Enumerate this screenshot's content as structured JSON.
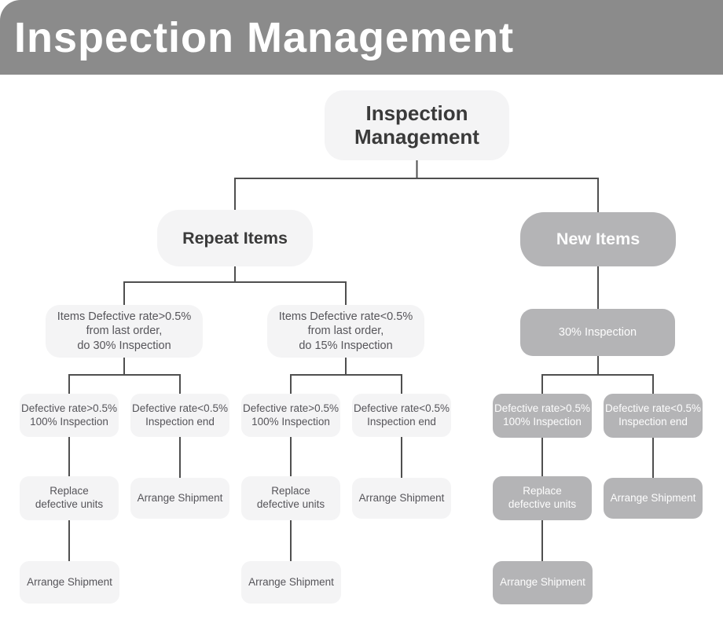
{
  "header": {
    "title": "Inspection Management"
  },
  "colors": {
    "header_bg": "#8b8b8b",
    "header_text": "#ffffff",
    "node_light_bg": "#f4f4f5",
    "node_gray_bg": "#b4b4b6",
    "text_dark": "#3a3a3a",
    "text_body": "#56555a",
    "text_on_gray": "#fdfdfd",
    "connector": "#4f4f4f",
    "page_bg": "#ffffff"
  },
  "nodes": {
    "root": {
      "label": "Inspection Management"
    },
    "repeat_items": {
      "label": "Repeat Items"
    },
    "new_items": {
      "label": "New Items"
    },
    "repeat_high": {
      "label": "Items Defective rate>0.5%\nfrom last order,\ndo 30% Inspection"
    },
    "repeat_low": {
      "label": "Items Defective rate<0.5%\nfrom last order,\ndo 15% Inspection"
    },
    "new_inspection": {
      "label": "30% Inspection"
    },
    "r_high_high": {
      "label": "Defective rate>0.5%\n100% Inspection"
    },
    "r_high_low": {
      "label": "Defective rate<0.5%\nInspection end"
    },
    "r_low_high": {
      "label": "Defective rate>0.5%\n100% Inspection"
    },
    "r_low_low": {
      "label": "Defective rate<0.5%\nInspection end"
    },
    "n_high": {
      "label": "Defective rate>0.5%\n100% Inspection"
    },
    "n_low": {
      "label": "Defective rate<0.5%\nInspection end"
    },
    "r1_replace": {
      "label": "Replace\ndefective units"
    },
    "r1_arrange": {
      "label": "Arrange Shipment"
    },
    "r2_replace": {
      "label": "Replace\ndefective units"
    },
    "r2_arrange": {
      "label": "Arrange Shipment"
    },
    "n_replace": {
      "label": "Replace\ndefective units"
    },
    "n_arrange": {
      "label": "Arrange Shipment"
    },
    "r1_ship": {
      "label": "Arrange Shipment"
    },
    "r2_ship": {
      "label": "Arrange Shipment"
    },
    "n_ship": {
      "label": "Arrange Shipment"
    }
  },
  "structure": {
    "edges": [
      [
        "root",
        "repeat_items"
      ],
      [
        "root",
        "new_items"
      ],
      [
        "repeat_items",
        "repeat_high"
      ],
      [
        "repeat_items",
        "repeat_low"
      ],
      [
        "new_items",
        "new_inspection"
      ],
      [
        "repeat_high",
        "r_high_high"
      ],
      [
        "repeat_high",
        "r_high_low"
      ],
      [
        "repeat_low",
        "r_low_high"
      ],
      [
        "repeat_low",
        "r_low_low"
      ],
      [
        "new_inspection",
        "n_high"
      ],
      [
        "new_inspection",
        "n_low"
      ],
      [
        "r_high_high",
        "r1_replace"
      ],
      [
        "r_high_low",
        "r1_arrange"
      ],
      [
        "r_low_high",
        "r2_replace"
      ],
      [
        "r_low_low",
        "r2_arrange"
      ],
      [
        "n_high",
        "n_replace"
      ],
      [
        "n_low",
        "n_arrange"
      ],
      [
        "r1_replace",
        "r1_ship"
      ],
      [
        "r2_replace",
        "r2_ship"
      ],
      [
        "n_replace",
        "n_ship"
      ]
    ]
  }
}
